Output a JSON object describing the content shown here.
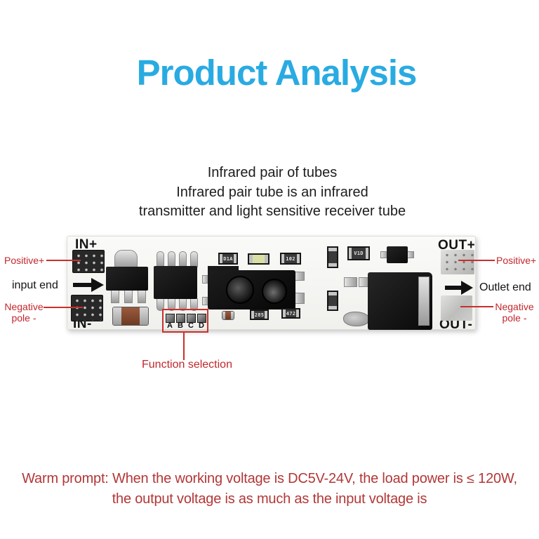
{
  "title": "Product Analysis",
  "description": {
    "line1": "Infrared pair of tubes",
    "line2": "Infrared pair tube is an infrared",
    "line3": "transmitter and light sensitive receiver tube"
  },
  "board": {
    "labels": {
      "in_plus": "IN+",
      "in_minus": "IN-",
      "out_plus": "OUT+",
      "out_minus": "OUT-"
    },
    "function_pins": [
      "A",
      "B",
      "C",
      "D"
    ],
    "smd_markings": {
      "r1": "D1A",
      "r2": "102",
      "r3": "285",
      "r4": "472",
      "r5": "V1D"
    }
  },
  "annotations": {
    "left": {
      "positive": "Positive+",
      "io": "input end",
      "negative_line1": "Negative",
      "negative_line2": "pole -"
    },
    "right": {
      "positive": "Positive+",
      "io": "Outlet end",
      "negative_line1": "Negative",
      "negative_line2": "pole -"
    },
    "function_selection": "Function selection"
  },
  "warning": {
    "line1": "Warm prompt: When the working voltage is DC5V-24V, the load power is ≤ 120W,",
    "line2": "the output voltage is as much as the input voltage is"
  },
  "colors": {
    "title_blue": "#29ABE2",
    "annotation_red": "#C1272D",
    "warning_red": "#B23737",
    "pcb_white": "#F7F7F4"
  }
}
